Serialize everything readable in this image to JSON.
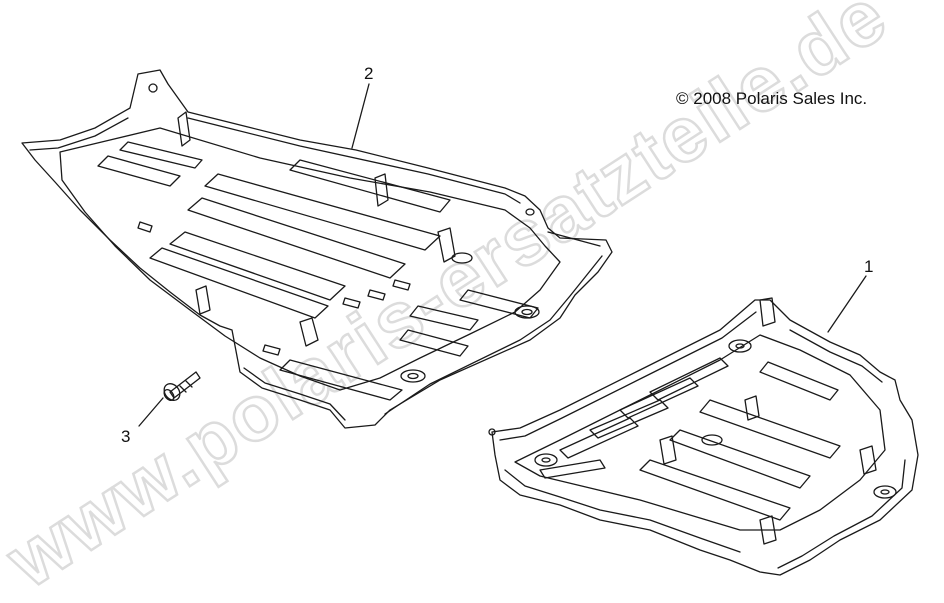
{
  "copyright": "© 2008 Polaris Sales Inc.",
  "callouts": {
    "part1": "1",
    "part2": "2",
    "part3": "3"
  },
  "watermark": "www.polaris-ersatzteile.de",
  "colors": {
    "line": "#1a1a1a",
    "watermark": "#e6e6e6",
    "background": "#ffffff"
  }
}
